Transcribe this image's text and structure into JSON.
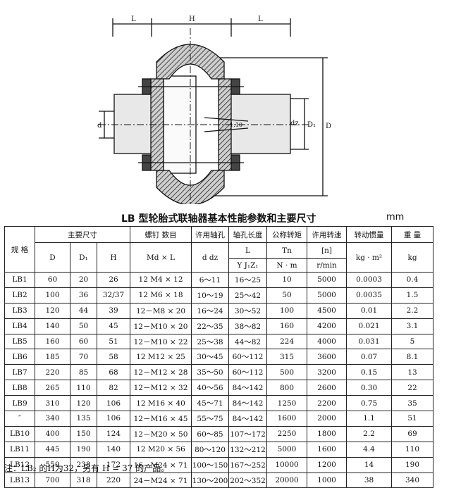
{
  "title": "LB 型轮胎式联轴器基本性能参数和主要尺寸",
  "unit": "mm",
  "drawing": {
    "dims": {
      "L": "L",
      "H": "H",
      "D": "D",
      "D1": "D₁",
      "d": "d",
      "dz": "dz",
      "taper": "1:10"
    }
  },
  "table": {
    "head": {
      "model": "规 格",
      "main_dims": "主要尺寸",
      "D": "D",
      "D1": "D₁",
      "H": "H",
      "screw_top": "螺钉  数目",
      "screw_bottom": "Md × L",
      "bore_top": "许用轴孔",
      "bore_bottom": "d  dz",
      "length_top": "轴孔长度",
      "length_mid": "L",
      "length_bottom": "Y J₁Z₁",
      "torque_top": "公称转矩",
      "torque_mid": "Tn",
      "torque_bottom": "N · m",
      "speed_top": "许用转速",
      "speed_mid": "[n]",
      "speed_bottom": "r/min",
      "inertia_top": "转动惯量",
      "inertia_bottom": "kg · m²",
      "weight_top": "重  量",
      "weight_bottom": "kg"
    },
    "rows": [
      [
        "LB1",
        "60",
        "20",
        "26",
        "12  M4 × 12",
        "6～11",
        "16～25",
        "10",
        "5000",
        "0.0003",
        "0.4"
      ],
      [
        "LB2",
        "100",
        "36",
        "32/37",
        "12  M6 × 18",
        "10～19",
        "25～42",
        "50",
        "5000",
        "0.0035",
        "1.5"
      ],
      [
        "LB3",
        "120",
        "44",
        "39",
        "12－M8 × 20",
        "16～24",
        "30～52",
        "100",
        "4500",
        "0.01",
        "2.2"
      ],
      [
        "LB4",
        "140",
        "50",
        "45",
        "12－M10 × 20",
        "22～35",
        "38～82",
        "160",
        "4200",
        "0.021",
        "3.1"
      ],
      [
        "LB5",
        "160",
        "60",
        "51",
        "12－M10 × 22",
        "25～38",
        "44～82",
        "224",
        "4000",
        "0.031",
        "5"
      ],
      [
        "LB6",
        "185",
        "70",
        "58",
        "12  M12 × 25",
        "30～45",
        "60～112",
        "315",
        "3600",
        "0.07",
        "8.1"
      ],
      [
        "LB7",
        "220",
        "85",
        "68",
        "12－M12 × 28",
        "35～50",
        "60～112",
        "500",
        "3200",
        "0.15",
        "13"
      ],
      [
        "LB8",
        "265",
        "110",
        "82",
        "12－M12 × 32",
        "40～56",
        "84～142",
        "800",
        "2600",
        "0.30",
        "22"
      ],
      [
        "LB9",
        "310",
        "120",
        "106",
        "12  M16 × 40",
        "45～71",
        "84～142",
        "1250",
        "2200",
        "0.75",
        "35"
      ],
      [
        "″",
        "340",
        "135",
        "106",
        "12－M16 × 45",
        "55～75",
        "84～142",
        "1600",
        "2000",
        "1.1",
        "51"
      ],
      [
        "LB10",
        "400",
        "150",
        "124",
        "12－M20 × 50",
        "60～85",
        "107～172",
        "2250",
        "1800",
        "2.2",
        "69"
      ],
      [
        "LB11",
        "445",
        "190",
        "140",
        "12  M20 × 56",
        "80～120",
        "132～212",
        "5000",
        "1600",
        "4.4",
        "110"
      ],
      [
        "LB12",
        "550",
        "238",
        "172",
        "16－M24 × 71",
        "100～150",
        "167～252",
        "10000",
        "1200",
        "14",
        "190"
      ],
      [
        "LB13",
        "700",
        "318",
        "220",
        "24－M24 × 71",
        "130～200",
        "202～352",
        "20000",
        "1000",
        "38",
        "340"
      ]
    ]
  },
  "note": "注：LB₂ 的H为32，另有 H = 37 的产品。"
}
